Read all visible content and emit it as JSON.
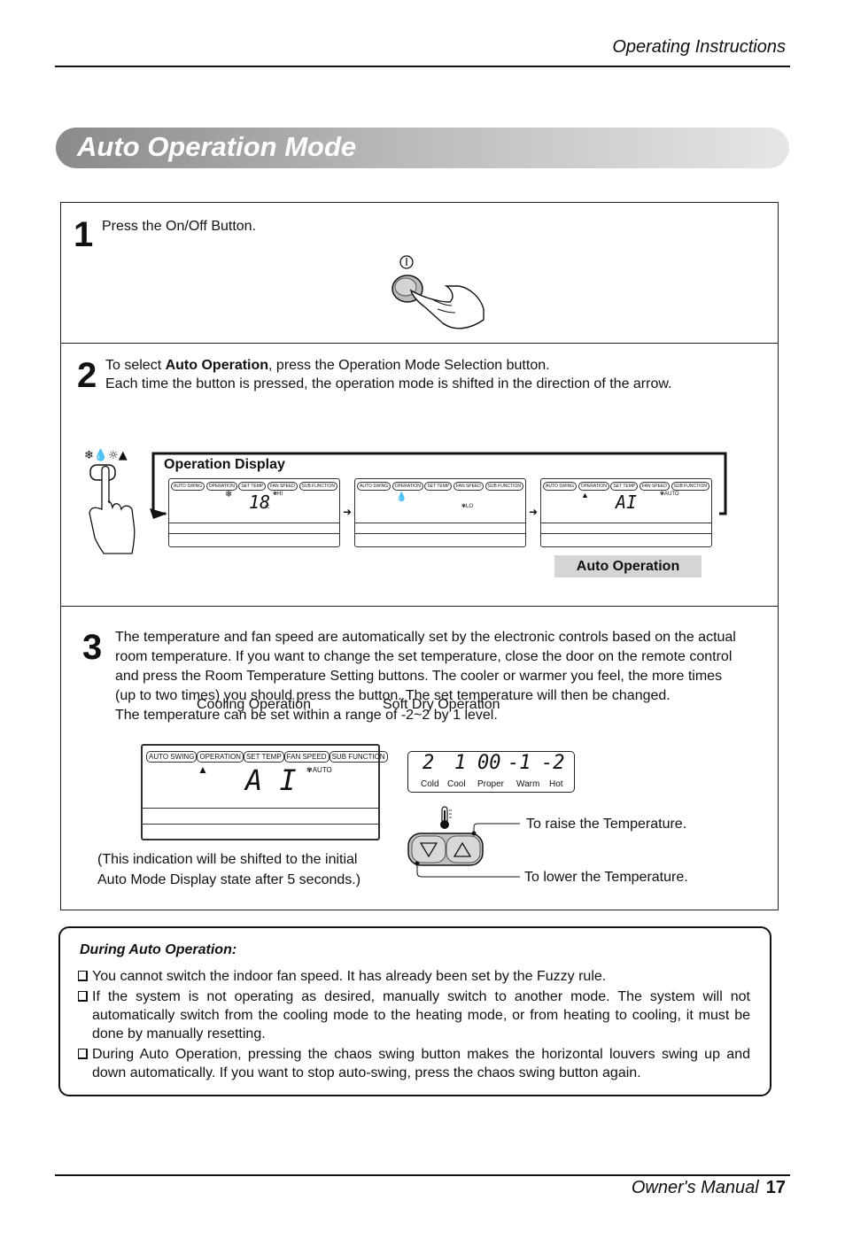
{
  "header": {
    "title": "Operating Instructions"
  },
  "banner": {
    "title": "Auto Operation Mode"
  },
  "step1": {
    "number": "1",
    "text": "Press the On/Off Button."
  },
  "step2": {
    "number": "2",
    "line1_prefix": "To select ",
    "line1_bold": "Auto Operation",
    "line1_suffix": ", press the Operation Mode Selection button.",
    "line2": "Each time the button is pressed, the operation mode is shifted in the direction of the arrow.",
    "display_title": "Operation Display",
    "lcd_pills": [
      "AUTO SWING",
      "OPERATION",
      "SET TEMP",
      "FAN SPEED",
      "SUB FUNCTION"
    ],
    "cooling": {
      "label": "Cooling Operation",
      "digits": "18",
      "unit": "°C",
      "fan": "HI"
    },
    "softdry": {
      "label": "Soft Dry Operation",
      "fan": "LO"
    },
    "auto": {
      "label": "Auto Operation",
      "digits": "AI",
      "fan": "AUTO"
    }
  },
  "step3": {
    "number": "3",
    "lines": [
      "The temperature and fan speed are automatically set by the electronic controls based on the actual",
      "room temperature. If you want to change the set temperature, close the door on the remote control",
      "and press the Room Temperature Setting buttons. The cooler or warmer you feel, the more times",
      "(up to two times) you should press the button. The set temperature will then be changed.",
      "The temperature can be set within a range of -2~2 by 1 level."
    ],
    "lcd": {
      "digits": "A I",
      "fan": "AUTO"
    },
    "scale": {
      "values": [
        "2",
        "1",
        "00",
        "-1",
        "-2"
      ],
      "labels": [
        "Cold",
        "Cool",
        "Proper",
        "Warm",
        "Hot"
      ]
    },
    "raise_label": "To raise the Temperature.",
    "lower_label": "To lower the Temperature.",
    "note_line1": "(This indication will be shifted to the initial",
    "note_line2": "Auto Mode Display state after 5 seconds.)"
  },
  "notes": {
    "title": "During Auto Operation:",
    "items": [
      "You cannot switch the indoor fan speed. It has already been set by the Fuzzy rule.",
      "If the system is not operating as desired, manually switch to another mode. The system will not automatically switch from the cooling mode to the heating mode, or from heating to cooling, it must be done by manually resetting.",
      "During Auto Operation, pressing the chaos swing button makes the horizontal louvers swing up and down automatically. If you want to stop auto-swing, press the chaos swing button again."
    ]
  },
  "footer": {
    "label": "Owner's Manual",
    "page": "17"
  }
}
